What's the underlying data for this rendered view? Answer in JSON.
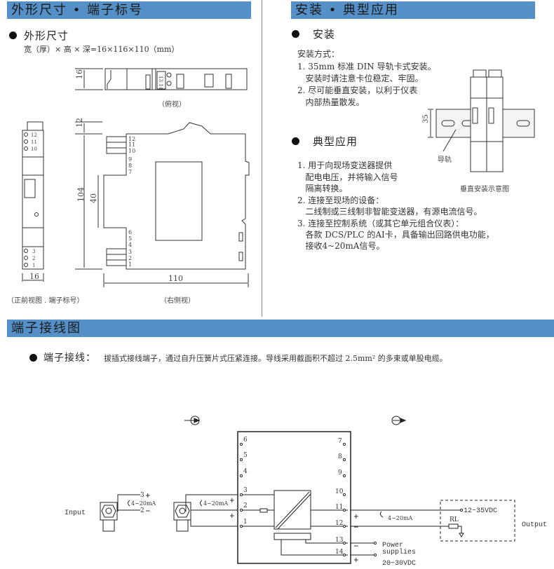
{
  "sections": {
    "dimensions_header": "外形尺寸 • 端子标号",
    "install_header": "安装 • 典型应用",
    "wiring_header": "端子接线图"
  },
  "dimensions": {
    "title": "外形尺寸",
    "formula": "宽（厚）× 高 × 深=16×116×110（mm）",
    "top_view_caption": "（俯视）",
    "front_view_caption": "（正前视图 . 端子标号）",
    "side_view_caption": "（右侧视）",
    "dim_16_top": "16",
    "dim_12": "12",
    "dim_104": "104",
    "dim_40": "40",
    "dim_16_front": "16",
    "dim_110": "110",
    "top_terminal_label": "13 14",
    "front_top_terminals": [
      "12",
      "11",
      "10"
    ],
    "front_bottom_terminals": [
      "3",
      "2",
      "1"
    ],
    "side_terminals_top": [
      "12",
      "11",
      "10",
      "9",
      "8",
      "7"
    ],
    "side_terminals_bottom": [
      "6",
      "5",
      "4",
      "3",
      "2",
      "1"
    ]
  },
  "install": {
    "title": "安装",
    "method_label": "安装方式：",
    "items": [
      "1. 35mm 标准 DIN 导轨卡式安装。",
      "   安装时请注意卡位稳定、牢固。",
      "2. 尽可能垂直安装，以利于仪表",
      "   内部热量散发。"
    ],
    "rail_dim": "35",
    "rail_label": "导轨",
    "diagram_caption": "垂直安装示意图"
  },
  "application": {
    "title": "典型应用",
    "items": [
      "1. 用于向现场变送器提供",
      "   配电电压，并将输入信号",
      "   隔离转换。",
      "2. 连接至现场的设备：",
      "   二线制或三线制非智能变送器，有源电流信号。",
      "3. 连接至控制系统（或其它单元组合仪表）：",
      "   各款 DCS/PLC 的AI卡，具备输出回路供电功能，",
      "   接收4~20mA信号。"
    ]
  },
  "wiring": {
    "bullet_title": "端子接线：",
    "bullet_text": "拔插式接线端子，通过自升压簧片式压紧连接。导线采用截面积不超过 2.5mm² 的多束或单股电缆。",
    "input_label": "Input",
    "output_label": "Output",
    "signal_label": "4~20mA",
    "left_terminals": [
      "6",
      "5",
      "4",
      "3",
      "2",
      "1"
    ],
    "right_terminals": [
      "7",
      "8",
      "9",
      "10",
      "11",
      "12",
      "13",
      "14"
    ],
    "first_tx_terms": [
      "3",
      "2"
    ],
    "plus": "+",
    "minus": "−",
    "output_voltage": "12~35VDC",
    "load_label": "RL",
    "power_label_1": "Power",
    "power_label_2": "supplies",
    "power_voltage": "20~30VDC"
  },
  "colors": {
    "header_bg": "#5590c8",
    "separator": "#888888"
  }
}
